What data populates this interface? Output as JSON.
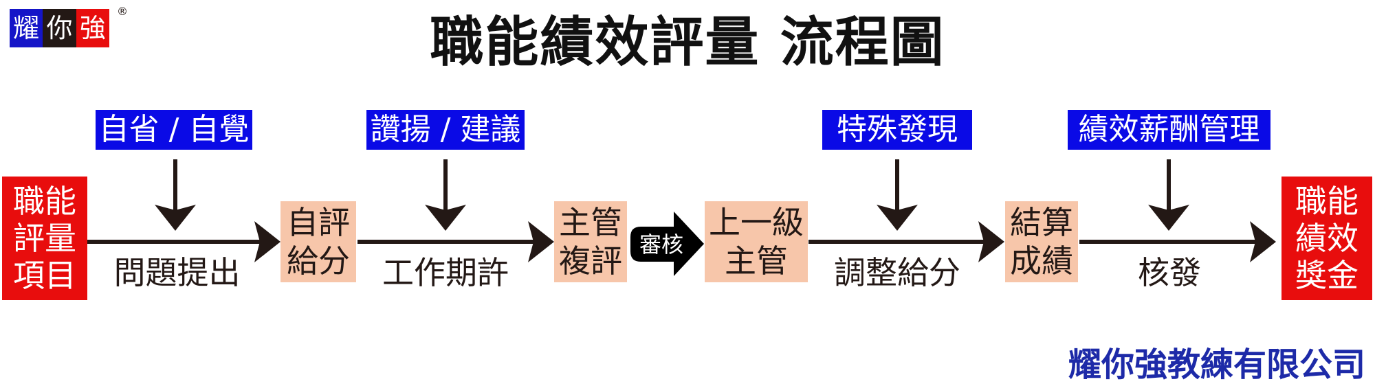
{
  "logo": {
    "chars": [
      "耀",
      "你",
      "強"
    ],
    "registered": "®",
    "colors": [
      "#1515c8",
      "#231815",
      "#e80d0d"
    ]
  },
  "title": "職能績效評量 流程圖",
  "inputs": {
    "self_review": "自省 / 自覺",
    "praise_suggest": "讚揚 / 建議",
    "special_findings": "特殊發現",
    "compensation": "績效薪酬管理"
  },
  "start_box": {
    "text": "職能\n評量\n項目"
  },
  "end_box": {
    "text": "職能\n績效\n獎金"
  },
  "steps": {
    "self_score": "自評\n給分",
    "manager_review": "主管\n複評",
    "senior_manager": "上一級\n主管",
    "final_score": "結算\n成績"
  },
  "edge_labels": {
    "raise_questions": "問題提出",
    "work_expectation": "工作期許",
    "adjust_score": "調整給分",
    "issue": "核發"
  },
  "review_badge": "審核",
  "footer": "耀你強教練有限公司",
  "colors": {
    "blue": "#0a0ae6",
    "red": "#e80d0d",
    "peach": "#f7c6aa",
    "arrow": "#231815"
  }
}
